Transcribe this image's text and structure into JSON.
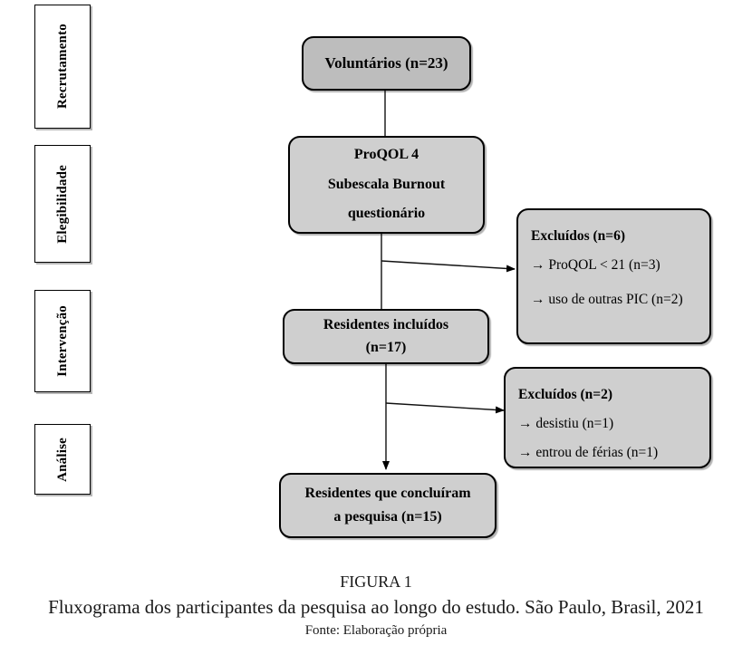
{
  "figure": {
    "label": "FIGURA 1",
    "title": "Fluxograma dos participantes da pesquisa ao longo do estudo. São Paulo, Brasil, 2021",
    "source": "Fonte: Elaboração própria"
  },
  "colors": {
    "box_fill_dark": "#bdbdbd",
    "box_fill_light": "#cfcfcf",
    "border": "#000000",
    "page_background": "#ffffff",
    "text": "#000000"
  },
  "stages": [
    {
      "label": "Recrutamento"
    },
    {
      "label": "Elegibilidade"
    },
    {
      "label": "Intervenção"
    },
    {
      "label": "Análise"
    }
  ],
  "flow": {
    "volunteers": {
      "lines": [
        "Voluntários (n=23)"
      ]
    },
    "instrument": {
      "lines": [
        "ProQOL 4",
        "Subescala Burnout",
        "questionário"
      ]
    },
    "excluded_1": {
      "heading": "Excluídos (n=6)",
      "items": [
        "→ ProQOL < 21  (n=3)",
        "→ uso de outras PIC (n=2)"
      ]
    },
    "included": {
      "lines": [
        "Residentes incluídos",
        "(n=17)"
      ]
    },
    "excluded_2": {
      "heading": "Excluídos (n=2)",
      "items": [
        "→ desistiu (n=1)",
        "→ entrou de férias (n=1)"
      ]
    },
    "completed": {
      "lines": [
        "Residentes que concluíram",
        "a pesquisa (n=15)"
      ]
    }
  },
  "chart_data": {
    "type": "diagram",
    "title": "Fluxograma dos participantes da pesquisa ao longo do estudo. São Paulo, Brasil, 2021",
    "nodes": [
      {
        "id": "volunteers",
        "stage": "Recrutamento",
        "label": "Voluntários (n=23)",
        "n": 23
      },
      {
        "id": "instrument",
        "stage": "Elegibilidade",
        "label": "ProQOL 4 Subescala Burnout questionário"
      },
      {
        "id": "excluded_1",
        "stage": "Elegibilidade",
        "label": "Excluídos (n=6)",
        "n": 6,
        "reasons": [
          {
            "reason": "ProQOL < 21",
            "n": 3
          },
          {
            "reason": "uso de outras PIC",
            "n": 2
          }
        ]
      },
      {
        "id": "included",
        "stage": "Intervenção",
        "label": "Residentes incluídos (n=17)",
        "n": 17
      },
      {
        "id": "excluded_2",
        "stage": "Intervenção",
        "label": "Excluídos (n=2)",
        "n": 2,
        "reasons": [
          {
            "reason": "desistiu",
            "n": 1
          },
          {
            "reason": "entrou de férias",
            "n": 1
          }
        ]
      },
      {
        "id": "completed",
        "stage": "Análise",
        "label": "Residentes que concluíram a pesquisa (n=15)",
        "n": 15
      }
    ],
    "edges": [
      {
        "from": "volunteers",
        "to": "instrument"
      },
      {
        "from": "instrument",
        "to": "excluded_1"
      },
      {
        "from": "instrument",
        "to": "included"
      },
      {
        "from": "included",
        "to": "excluded_2"
      },
      {
        "from": "included",
        "to": "completed"
      }
    ]
  }
}
